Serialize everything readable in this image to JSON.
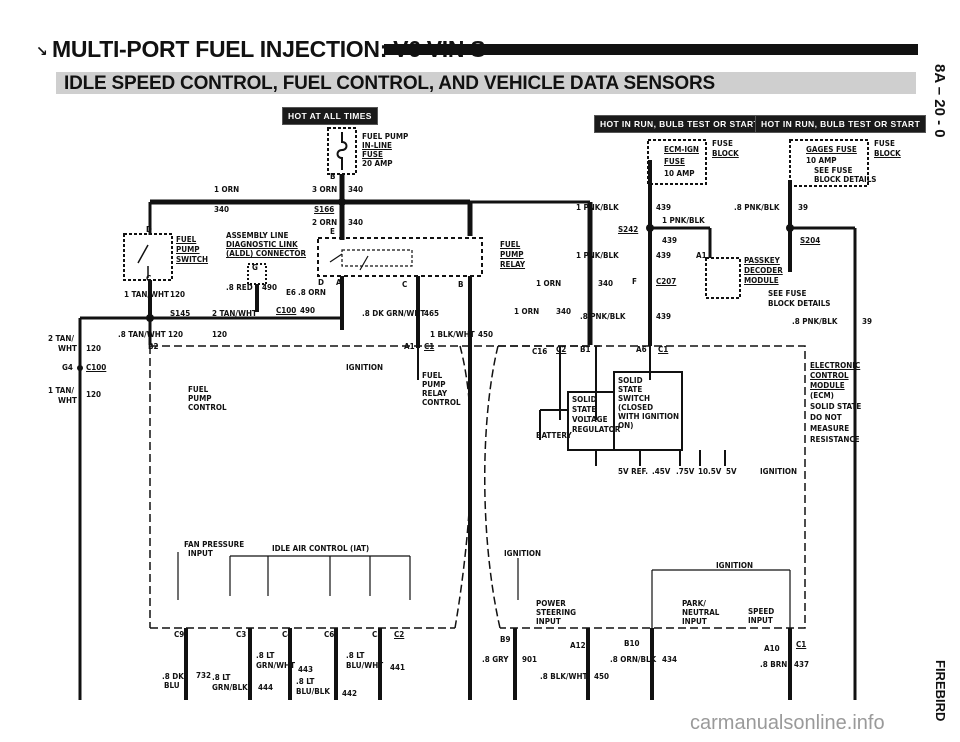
{
  "header": {
    "title": "MULTI-PORT FUEL INJECTION: V6 VIN S",
    "subtitle": "IDLE SPEED CONTROL, FUEL CONTROL, AND VEHICLE DATA SENSORS"
  },
  "side": {
    "page_ref": "8A – 20 - 0",
    "model": "FIREBIRD"
  },
  "watermark": "carmanualsonline.info",
  "badges": {
    "hot_all": "HOT AT ALL TIMES",
    "hot_run_1": "HOT IN RUN, BULB TEST OR START",
    "hot_run_2": "HOT IN RUN, BULB TEST OR START"
  },
  "fuses": {
    "fuel_pump": [
      "FUEL PUMP",
      "IN-LINE",
      "FUSE",
      "20 AMP"
    ],
    "ecm_ign": [
      "ECM-IGN",
      "FUSE",
      "10 AMP"
    ],
    "gages": [
      "GAGES FUSE",
      "10 AMP",
      "SEE FUSE",
      "BLOCK DETAILS"
    ],
    "fuse_block_1": [
      "FUSE",
      "BLOCK"
    ],
    "fuse_block_2": [
      "FUSE",
      "BLOCK"
    ]
  },
  "components": {
    "fuel_pump_switch": [
      "FUEL",
      "PUMP",
      "SWITCH"
    ],
    "aldl": [
      "ASSEMBLY LINE",
      "DIAGNOSTIC LINK",
      "(ALDL) CONNECTOR"
    ],
    "fuel_pump_relay": [
      "FUEL",
      "PUMP",
      "RELAY"
    ],
    "passkey": [
      "PASSKEY",
      "DECODER",
      "MODULE"
    ],
    "see_fuse_block": [
      "SEE FUSE",
      "BLOCK DETAILS"
    ],
    "ecm": [
      "ELECTRONIC",
      "CONTROL",
      "MODULE",
      "(ECM)",
      "SOLID STATE",
      "DO NOT",
      "MEASURE",
      "RESISTANCE"
    ],
    "fpc": [
      "FUEL",
      "PUMP",
      "CONTROL"
    ],
    "fpr_control": [
      "FUEL",
      "PUMP",
      "RELAY",
      "CONTROL"
    ],
    "ignition_labels": [
      "IGNITION",
      "IGNITION",
      "IGNITION",
      "IGNITION"
    ],
    "ssvr": [
      "SOLID",
      "STATE",
      "VOLTAGE",
      "REGULATOR"
    ],
    "ss_switch": [
      "SOLID",
      "STATE",
      "SWITCH",
      "(CLOSED",
      "WITH IGNITION",
      "ON)"
    ],
    "battery": "BATTERY",
    "voltages": [
      "5V REF.",
      ".45V",
      ".75V",
      "10.5V",
      "5V"
    ],
    "fan_pressure": [
      "FAN PRESSURE",
      "INPUT"
    ],
    "iac": "IDLE AIR CONTROL (IAT)",
    "power_steering": [
      "POWER",
      "STEERING",
      "INPUT"
    ],
    "park_neutral": [
      "PARK/",
      "NEUTRAL",
      "INPUT"
    ],
    "speed_input": [
      "SPEED",
      "INPUT"
    ]
  },
  "wires": {
    "w1": [
      "1 ORN",
      "3 ORN",
      "340"
    ],
    "w2": [
      "340",
      "S166",
      "2 ORN",
      "340"
    ],
    "w3": [
      "1 TAN/WHT",
      "120"
    ],
    "w4": [
      ".8 RED",
      "490",
      "E6",
      ".8 ORN"
    ],
    "w5": [
      "S145",
      "2 TAN/WHT",
      "C100",
      "490"
    ],
    "w6": [
      ".8 DK GRN/WHT",
      "465"
    ],
    "w7": [
      ".8 TAN/WHT",
      "120",
      "120"
    ],
    "w8": [
      "1 BLK/WHT",
      "450"
    ],
    "w9": [
      "1 ORN",
      "340",
      "1 ORN",
      "340"
    ],
    "w10": [
      "1 PNK/BLK",
      "439",
      "1 PNK/BLK",
      "S242",
      "439",
      "1 PNK/BLK",
      "439",
      "F",
      "C207",
      "A1"
    ],
    "w11": [
      ".8 PNK/BLK",
      "39",
      "S204",
      ".8 PNK/BLK",
      "39"
    ],
    "w12": [
      ".8 PNK/BLK",
      "439"
    ],
    "w13": [
      "2 TAN/",
      "WHT",
      "120",
      "G4",
      "C100",
      "1 TAN/",
      "WHT",
      "120"
    ],
    "conn": [
      "B2",
      "A1",
      "C1",
      "C16",
      "C2",
      "B1",
      "A6",
      "C1",
      "D",
      "C",
      "G",
      "D",
      "A",
      "C",
      "B",
      "E",
      "B"
    ],
    "bottom_left": [
      "C9",
      "C3",
      "C4",
      "C6",
      "C5",
      "C2",
      ".8 DK",
      "BLU",
      "732",
      ".8 LT",
      "GRN/BLK",
      "444",
      ".8 LT",
      "GRN/WHT",
      "443",
      ".8 LT",
      "BLU/BLK",
      "442",
      ".8 LT",
      "BLU/WHT",
      "441"
    ],
    "bottom_right": [
      "B9",
      ".8 GRY",
      "901",
      "A12",
      ".8 BLK/WHT",
      "450",
      "B10",
      ".8 ORN/BLK",
      "434",
      "A10",
      "C1",
      ".8 BRN",
      "437"
    ]
  }
}
